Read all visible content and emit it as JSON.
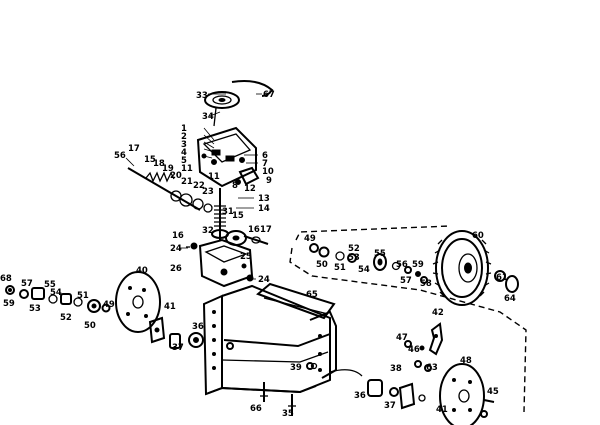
{
  "part_labels": {
    "l1": "1",
    "l2": "2",
    "l3": "3",
    "l4": "4",
    "l5": "5",
    "l6": "6",
    "l7": "7",
    "l8": "8",
    "l9": "9",
    "l10": "10",
    "l11": "11",
    "l12": "12",
    "l13": "13",
    "l14": "14",
    "l15": "15",
    "l16": "16",
    "l17": "17",
    "l18": "18",
    "l19": "19",
    "l20": "20",
    "l21": "21",
    "l22": "22",
    "l23": "23",
    "l24": "24",
    "l25": "25",
    "l26": "26",
    "l31": "31",
    "l32": "32",
    "l33": "33",
    "l34": "34",
    "l35": "35",
    "l36": "36",
    "l37": "37",
    "l38": "38",
    "l39": "39",
    "l40": "40",
    "l41": "41",
    "l42": "42",
    "l45": "45",
    "l46": "46",
    "l47": "47",
    "l48": "48",
    "l49": "49",
    "l50": "50",
    "l51": "51",
    "l52": "52",
    "l53": "53",
    "l54": "54",
    "l55": "55",
    "l56": "56",
    "l57": "57",
    "l58": "58",
    "l59": "59",
    "l60": "60",
    "l61": "61",
    "l63": "63",
    "l64": "64",
    "l65": "65",
    "l66": "66",
    "l67": "67",
    "l68": "68"
  }
}
